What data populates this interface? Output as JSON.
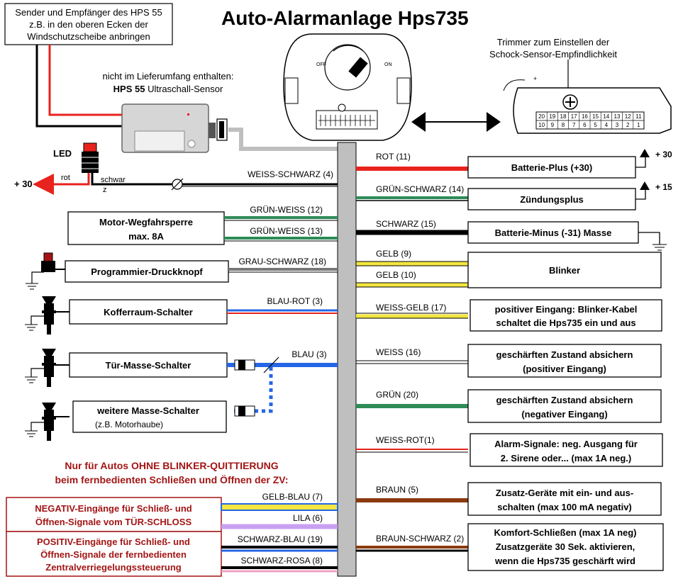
{
  "title": "Auto-Alarmanlage  Hps735",
  "note_topleft": [
    "Sender und Empfänger des HPS 55",
    "z.B. in den oberen Ecken der",
    "Windschutzscheibe anbringen"
  ],
  "hps55": {
    "line1": "nicht im Lieferumfang enthalten:",
    "bold": "HPS 55",
    "rest": " Ultraschall-Sensor"
  },
  "trimmer": [
    "Trimmer zum Einstellen der",
    "Schock-Sensor-Empfindlichkeit"
  ],
  "switch": {
    "off": "OFF",
    "on": "ON"
  },
  "led": {
    "label": "LED",
    "rot": "rot",
    "schwarz1": "schwar",
    "schwarz2": "z",
    "plus30": "+ 30"
  },
  "connector_top": [
    "20",
    "19",
    "18",
    "17",
    "16",
    "15",
    "14",
    "13",
    "12",
    "11"
  ],
  "connector_bottom": [
    "10",
    "9",
    "8",
    "7",
    "6",
    "5",
    "4",
    "3",
    "2",
    "1"
  ],
  "colors": {
    "red": "#e8231d",
    "green": "#2e8b57",
    "blue": "#2466e6",
    "yellow": "#f3e640",
    "brown": "#8b3a0f",
    "purple": "#c9a0f0",
    "bar": "#bfbfbf",
    "darkred": "#a31515"
  },
  "left_wires": {
    "weiss_schwarz": "WEISS-SCHWARZ (4)",
    "gruen_weiss_12": "GRÜN-WEISS (12)",
    "gruen_weiss_13": "GRÜN-WEISS (13)",
    "grau_schwarz": "GRAU-SCHWARZ (18)",
    "blau_rot": "BLAU-ROT (3)",
    "blau": "BLAU (3)",
    "gelb_blau": "GELB-BLAU (7)",
    "lila": "LILA (6)",
    "schwarz_blau": "SCHWARZ-BLAU (19)",
    "schwarz_rosa": "SCHWARZ-ROSA (8)"
  },
  "left_boxes": {
    "motor_1": "Motor-Wegfahrsperre",
    "motor_2": "max. 8A",
    "prog": "Programmier-Druckknopf",
    "koffer": "Kofferraum-Schalter",
    "tuer": "Tür-Masse-Schalter",
    "weitere_1": "weitere Masse-Schalter",
    "weitere_2": "(z.B. Motorhaube)"
  },
  "note_red": [
    "Nur für Autos OHNE  BLINKER-QUITTIERUNG",
    "beim fernbedienten Schließen und Öffnen der ZV:"
  ],
  "neg_box": [
    "NEGATIV-Eingänge für Schließ- und",
    "Öffnen-Signale vom TÜR-SCHLOSS"
  ],
  "pos_box": [
    "POSITIV-Eingänge für Schließ- und",
    "Öffnen-Signale der fernbedienten",
    "Zentralverriegelungssteuerung"
  ],
  "right_wires": {
    "rot": "ROT (11)",
    "gruen_schwarz": "GRÜN-SCHWARZ (14)",
    "schwarz": "SCHWARZ (15)",
    "gelb9": "GELB (9)",
    "gelb10": "GELB (10)",
    "weiss_gelb": "WEISS-GELB (17)",
    "weiss": "WEISS (16)",
    "gruen": "GRÜN (20)",
    "weiss_rot": "WEISS-ROT(1)",
    "braun": "BRAUN (5)",
    "braun_schwarz": "BRAUN-SCHWARZ (2)"
  },
  "right_boxes": {
    "batt_plus": "Batterie-Plus (+30)",
    "zuendung": "Zündungsplus",
    "batt_minus": "Batterie-Minus (-31) Masse",
    "blinker": "Blinker",
    "pos_1": "positiver Eingang:  Blinker-Kabel",
    "pos_2": "schaltet die Hps735 ein und aus",
    "sch_pos_1": "geschärften Zustand absichern",
    "sch_pos_2": "(positiver Eingang)",
    "sch_neg_1": "geschärften Zustand absichern",
    "sch_neg_2": "(negativer Eingang)",
    "alarm_1": "Alarm-Signale:  neg. Ausgang für",
    "alarm_2": "2. Sirene oder... (max 1A neg.)",
    "zusatz_1": "Zusatz-Geräte mit ein- und aus-",
    "zusatz_2": "schalten (max 100 mA negativ)",
    "komfort_1": "Komfort-Schließen (max 1A neg)",
    "komfort_2": "Zusatzgeräte 30 Sek. aktivieren,",
    "komfort_3": "wenn die Hps735  geschärft wird"
  },
  "terminal_30": "+ 30",
  "terminal_15": "+ 15"
}
